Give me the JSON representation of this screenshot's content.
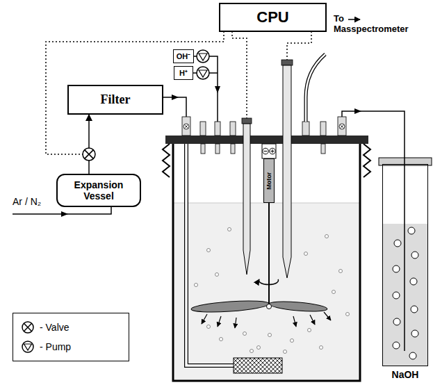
{
  "diagram": {
    "nodes": [
      {
        "text": [
          "CPU"
        ]
      },
      {
        "text": [
          "OH⁻"
        ]
      },
      {
        "text": [
          "H⁺"
        ]
      },
      {
        "text": [
          "Filter"
        ]
      },
      {
        "text": [
          "Expansion Vessel"
        ]
      },
      {
        "text": [
          "Motor"
        ]
      },
      {
        "text": [
          "NaOH"
        ]
      }
    ],
    "edges": [
      {
        "from": 4,
        "to": 3,
        "arrow": "to"
      }
    ],
    "labels": [
      "To Masspectrometer",
      "Ar / N₂"
    ],
    "legend": [
      {
        "text": "- Valve"
      },
      {
        "text": "- Pump"
      }
    ]
  }
}
